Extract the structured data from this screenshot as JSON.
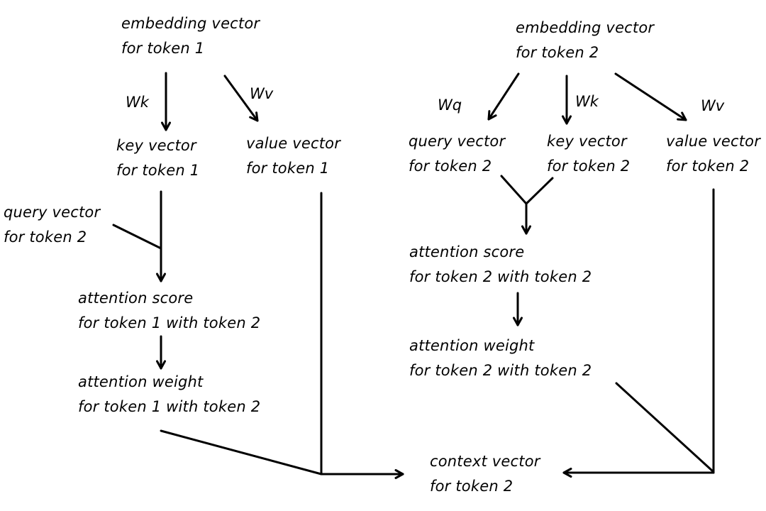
{
  "diagram": {
    "description": "self-attention computation flow for token 2",
    "colors": {
      "ink": "#000000",
      "background": "#ffffff"
    },
    "nodes": {
      "embedding_token1": {
        "line1": "embedding vector",
        "line2": "for token 1"
      },
      "key_token1": {
        "line1": "key vector",
        "line2": "for token 1"
      },
      "value_token1": {
        "line1": "value vector",
        "line2": "for token 1"
      },
      "query_token2_left": {
        "line1": "query vector",
        "line2": "for token 2"
      },
      "attention_score_t1_t2": {
        "line1": "attention score",
        "line2": "for token 1 with token 2"
      },
      "attention_weight_t1_t2": {
        "line1": "attention weight",
        "line2": "for token 1 with token 2"
      },
      "embedding_token2": {
        "line1": "embedding vector",
        "line2": "for token 2"
      },
      "query_token2": {
        "line1": "query vector",
        "line2": "for token 2"
      },
      "key_token2": {
        "line1": "key vector",
        "line2": "for token 2"
      },
      "value_token2": {
        "line1": "value vector",
        "line2": "for token 2"
      },
      "attention_score_t2_t2": {
        "line1": "attention score",
        "line2": "for token 2 with token 2"
      },
      "attention_weight_t2_t2": {
        "line1": "attention weight",
        "line2": "for token 2 with token 2"
      },
      "context_token2": {
        "line1": "context vector",
        "line2": "for token 2"
      }
    },
    "weight_labels": {
      "wk_left": "Wk",
      "wv_left": "Wv",
      "wq_right": "Wq",
      "wk_right": "Wk",
      "wv_right": "Wv"
    }
  }
}
